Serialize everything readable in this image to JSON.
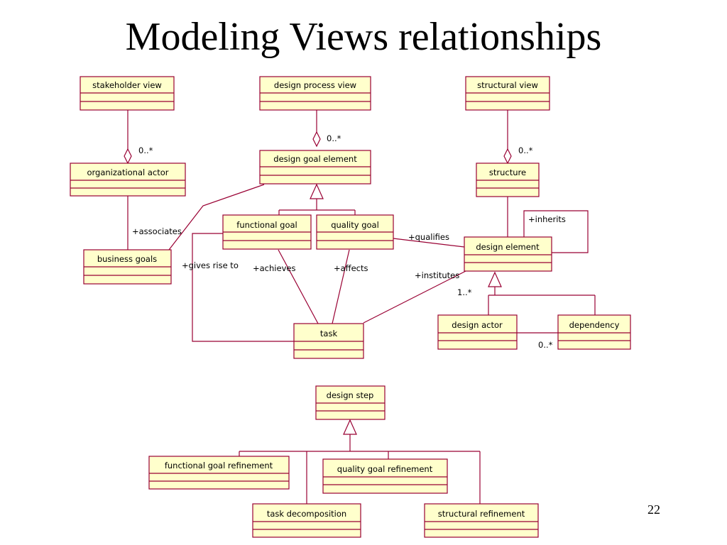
{
  "slide": {
    "title": "Modeling Views relationships",
    "page_number": "22"
  },
  "classes": {
    "stakeholder_view": "stakeholder view",
    "design_process_view": "design process view",
    "structural_view": "structural view",
    "organizational_actor": "organizational actor",
    "design_goal_element": "design goal element",
    "structure": "structure",
    "business_goals": "business goals",
    "functional_goal": "functional goal",
    "quality_goal": "quality goal",
    "design_element": "design element",
    "task": "task",
    "design_actor": "design actor",
    "dependency": "dependency",
    "design_step": "design step",
    "functional_goal_refinement": "functional goal refinement",
    "quality_goal_refinement": "quality goal refinement",
    "task_decomposition": "task decomposition",
    "structural_refinement": "structural refinement"
  },
  "labels": {
    "mult_stakeholder": "0..*",
    "mult_process": "0..*",
    "mult_structural": "0..*",
    "associates": "+associates",
    "gives_rise_to": "+gives rise to",
    "achieves": "+achieves",
    "affects": "+affects",
    "qualifies": "+qualifies",
    "institutes": "+institutes",
    "inherits": "+inherits",
    "mult_institutes": "1..*",
    "mult_dependency": "0..*"
  },
  "colors": {
    "class_fill": "#ffffcc",
    "class_border": "#990033",
    "edge": "#990033"
  }
}
